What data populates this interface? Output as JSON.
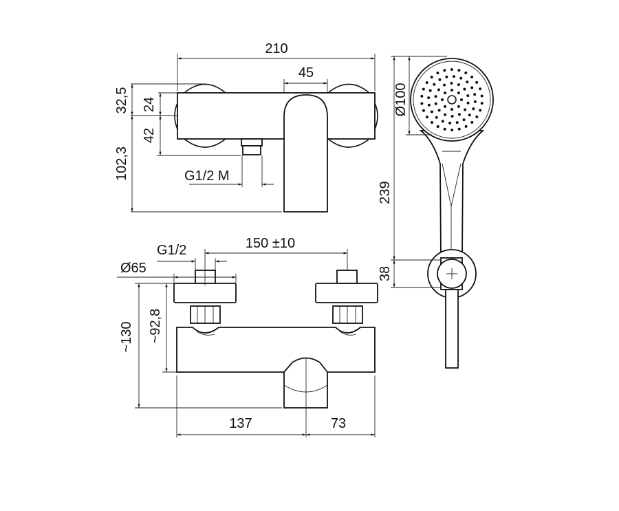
{
  "title": "Exposed thermostatic shower mixer with hand shower - technical drawing",
  "top_view": {
    "overall_width": "210",
    "spout_width": "45",
    "dim_top": "32,5",
    "dim_upper": "24",
    "dim_lower": "42",
    "dim_total_depth": "102,3",
    "outlet_thread": "G1/2 M"
  },
  "front_view": {
    "center_distance": "150 ±10",
    "inlet_thread": "G1/2",
    "escutcheon_diameter": "Ø65",
    "overall_height": "~130",
    "body_height": "~92,8",
    "left_to_spout": "137",
    "spout_to_right": "73"
  },
  "hand_shower": {
    "head_diameter": "Ø100",
    "length": "239",
    "holder": "38"
  }
}
